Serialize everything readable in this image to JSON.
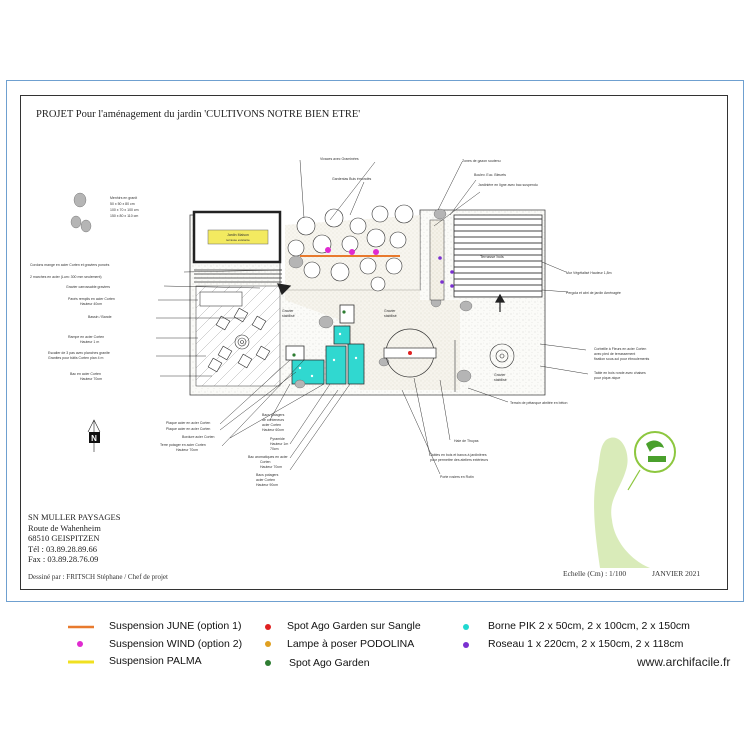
{
  "title": "PROJET  Pour l'aménagement du jardin 'CULTIVONS NOTRE BIEN ETRE'",
  "company": {
    "name": "SN MULLER PAYSAGES",
    "street": "Route de Wahenheim",
    "city": "68510 GEISPITZEN",
    "tel": "Tél : 03.89.28.89.66",
    "fax": "Fax : 03.89.28.76.09"
  },
  "designer": "Dessiné par : FRITSCH Stéphane / Chef de projet",
  "scale": "Echelle (Cm) : 1/100",
  "date": "JANVIER 2021",
  "north": "N",
  "plan_labels": {
    "vivaces": "Vivaces avec Graminées",
    "gardenias": "Gardenias Buis émondés",
    "zones_gazon": "Zones de gazon soutenu",
    "boulev": "Boulev. Euc. Bleuets",
    "jardiniere": "Jardinière en ligne avec bac suspendu",
    "menhirs": "Menhirs en granit\n50 x 50 x 80 cm\n100 x 70 x 100 cm\n150 x 80 x 110 cm",
    "jardin_maison": "Jardin Maison\nterrasse existante",
    "cordons": "Cordons mange en acier Corten et graviers poncés\n2 marches en acier (Lum: 300 mm seulement)",
    "gravier_carrossable": "Gravier carrossable graviers",
    "paves_corten_1": "Pavés remplis en acier Corten\nHauteur 40cm",
    "bassin": "Bassin / Bande",
    "rampe": "Rampe en acier Corten\nHauteur 1 m",
    "escalier": "Escalier de 3 pas avec planches granite\nGranites pour bâtis Corten plan 4 m",
    "bac_corten": "Bac en acier Corten\nHauteur 70cm",
    "gravier_stabilise_1": "Gravier\nstabilisé",
    "gravier_stabilise_2": "Gravier\nstabilisé",
    "gravier_stabilise_3": "Gravier\nstabilisé",
    "terrasse_bois": "Terrasse bois",
    "mur_vegetalise": "Mur Végétalisé Hauteur 1,8m",
    "pergola": "Pergola et abri de jardin Aménagée",
    "corbeille": "Corbeille à Fleurs en acier Corten\navec pied de terrassement\nfixation sous-sol pour ébroulements",
    "table_ronde": "Table en bois ronde avec chaises\npour pique-nique",
    "terrain_amenage": "Terrain de pétanque abritée en béton",
    "haie": "Haie de Thuyas",
    "tables_bois": "Tables en bois et bancs à jardinières\npour permettre des ateliers extérieurs",
    "porte_rosiers": "Porte rosiers en Rotin",
    "plaque_1": "Plaque acier en acier Corten\nHauteur 50cm",
    "plaque_2": "Plaque acier en acier Corten\nHauteur 60cm",
    "bordure": "Bordure acier Corten",
    "terre_potager": "Terre potager en acier Corten\nHauteur 70cm",
    "bacs_potagers": "Bacs potagers\nde conteneurs\nacier Corten\nHauteur 60cm",
    "pyramide": "Pyramide\nHauteur 1m\n70cm",
    "bac_aromatiques": "Bac aromatiques en acier\nCorten\nHauteur 70cm",
    "bacs_potagers_2": "Bacs potagers\nacier Corten\nHauteur 90cm"
  },
  "legend": {
    "items": [
      {
        "label": "Suspension JUNE (option 1)",
        "color": "#e87a2e",
        "symbol": "line"
      },
      {
        "label": "Suspension WIND (option 2)",
        "color": "#e02ad0",
        "symbol": "dot"
      },
      {
        "label": "Suspension PALMA",
        "color": "#f0e020",
        "symbol": "line"
      },
      {
        "label": "Spot Ago Garden sur Sangle",
        "color": "#e02020",
        "symbol": "dot"
      },
      {
        "label": "Lampe à poser PODOLINA",
        "color": "#e0a020",
        "symbol": "dot"
      },
      {
        "label": "Spot Ago Garden",
        "color": "#2e7d32",
        "symbol": "dot"
      },
      {
        "label": "Borne PIK 2 x 50cm, 2 x 100cm, 2 x 150cm",
        "color": "#20d8d0",
        "symbol": "dot"
      },
      {
        "label": "Roseau 1 x 220cm, 2 x 150cm, 2 x 118cm",
        "color": "#7a30d0",
        "symbol": "dot"
      }
    ]
  },
  "watermark": "www.archifacile.fr",
  "colors": {
    "frame": "#6fa0d0",
    "logo_green": "#8dc73f",
    "cyan_bed": "#30d8d0"
  }
}
